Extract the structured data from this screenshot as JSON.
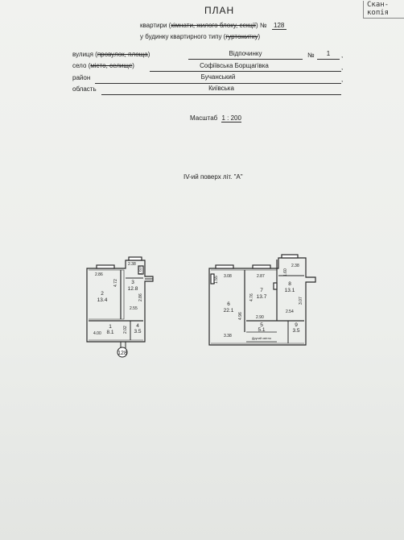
{
  "stamp": "Скан-копія",
  "header": {
    "title": "ПЛАН",
    "apt_prefix": "квартири (",
    "apt_strike": "кімнати, жилого блоку, секції",
    "apt_suffix": ") №",
    "apt_number": "128",
    "house_prefix": "у будинку квартирного типу (",
    "house_strike": "гуртожитку",
    "house_suffix": ")"
  },
  "address": {
    "street_label_prefix": "вулиця (",
    "street_label_strike": "провулок, площа",
    "street_label_suffix": ")",
    "street_value": "Відпочинку",
    "house_no_label": "№",
    "house_no_value": "1",
    "village_label_prefix": "село (",
    "village_label_strike": "місто, селище",
    "village_label_suffix": ")",
    "village_value": "Софіївська Борщагівка",
    "district_label": "район",
    "district_value": "Бучанський",
    "region_label": "область",
    "region_value": "Київська"
  },
  "scale": {
    "label": "Масштаб",
    "value": "1 : 200"
  },
  "floor_label": "IV-ий поверх літ. \"А\"",
  "plan_left": {
    "apartment_marker": "128",
    "dims": [
      "2.86",
      "2.38",
      "4.72",
      "2.86",
      "1.60",
      "2.55",
      "4.00",
      "2.02"
    ],
    "rooms": [
      {
        "no": "1",
        "area": "8.1"
      },
      {
        "no": "2",
        "area": "13.4"
      },
      {
        "no": "3",
        "area": "12.8"
      },
      {
        "no": "4",
        "area": "3.5"
      }
    ]
  },
  "plan_right": {
    "dims": [
      "3.08",
      "2.87",
      "2.38",
      "1.55",
      "4.96",
      "4.76",
      "1.60",
      "3.07",
      "2.54",
      "2.90",
      "3.38"
    ],
    "rooms": [
      {
        "no": "5",
        "area": "5.1"
      },
      {
        "no": "6",
        "area": "22.1"
      },
      {
        "no": "7",
        "area": "13.7"
      },
      {
        "no": "8",
        "area": "13.1"
      },
      {
        "no": "9",
        "area": "3.5"
      }
    ],
    "note": "Другий світло"
  }
}
